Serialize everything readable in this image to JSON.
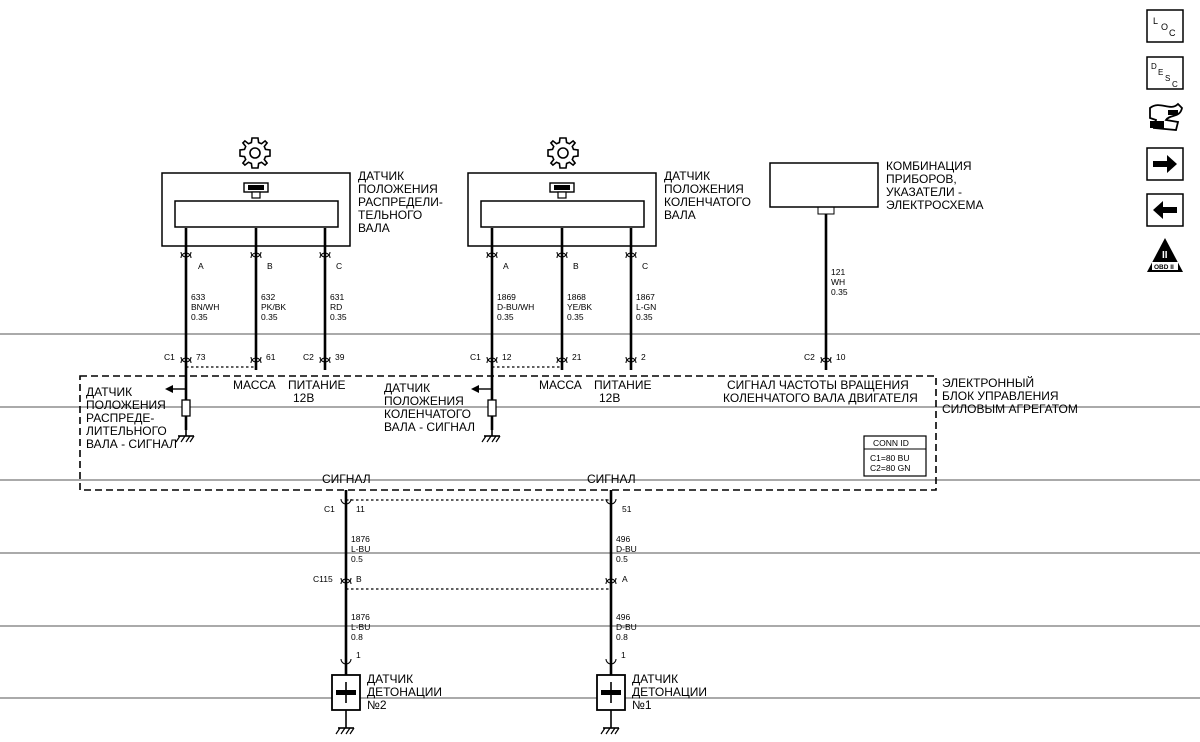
{
  "nav": {
    "loc": {
      "l": "L",
      "o": "O",
      "c": "C"
    },
    "desc": {
      "d": "D",
      "e": "E",
      "s": "S",
      "c": "C"
    },
    "obd_label": "OBD II",
    "obd_roman": "II"
  },
  "components": {
    "cmp_sensor": [
      "ДАТЧИК",
      "ПОЛОЖЕНИЯ",
      "РАСПРЕДЕЛИ-",
      "ТЕЛЬНОГО",
      "ВАЛА"
    ],
    "ckp_sensor": [
      "ДАТЧИК",
      "ПОЛОЖЕНИЯ",
      "КОЛЕНЧАТОГО",
      "ВАЛА"
    ],
    "cluster": [
      "КОМБИНАЦИЯ",
      "ПРИБОРОВ,",
      "УКАЗАТЕЛИ -",
      "ЭЛЕКТРОСХЕМА"
    ],
    "ecm": [
      "ЭЛЕКТРОННЫЙ",
      "БЛОК УПРАВЛЕНИЯ",
      "СИЛОВЫМ АГРЕГАТОМ"
    ],
    "knock2": [
      "ДАТЧИК",
      "ДЕТОНАЦИИ",
      "№2"
    ],
    "knock1": [
      "ДАТЧИК",
      "ДЕТОНАЦИИ",
      "№1"
    ]
  },
  "pins": {
    "cmp": [
      "A",
      "B",
      "C"
    ],
    "ckp": [
      "A",
      "B",
      "C"
    ],
    "knock_b": "B",
    "knock_a": "A",
    "one": "1"
  },
  "wires": {
    "w633": {
      "circuit": "633",
      "color": "BN/WH",
      "gauge": "0.35"
    },
    "w632": {
      "circuit": "632",
      "color": "PK/BK",
      "gauge": "0.35"
    },
    "w631": {
      "circuit": "631",
      "color": "RD",
      "gauge": "0.35"
    },
    "w1869": {
      "circuit": "1869",
      "color": "D-BU/WH",
      "gauge": "0.35"
    },
    "w1868": {
      "circuit": "1868",
      "color": "YE/BK",
      "gauge": "0.35"
    },
    "w1867": {
      "circuit": "1867",
      "color": "L-GN",
      "gauge": "0.35"
    },
    "w121": {
      "circuit": "121",
      "color": "WH",
      "gauge": "0.35"
    },
    "w1876a": {
      "circuit": "1876",
      "color": "L-BU",
      "gauge": "0.5"
    },
    "w496a": {
      "circuit": "496",
      "color": "D-BU",
      "gauge": "0.5"
    },
    "w1876b": {
      "circuit": "1876",
      "color": "L-BU",
      "gauge": "0.8"
    },
    "w496b": {
      "circuit": "496",
      "color": "D-BU",
      "gauge": "0.8"
    }
  },
  "terminals": {
    "c1_73": {
      "conn": "C1",
      "pin": "73"
    },
    "t61": "61",
    "c2_39": {
      "conn": "C2",
      "pin": "39"
    },
    "c1_12": {
      "conn": "C1",
      "pin": "12"
    },
    "t21": "21",
    "t2": "2",
    "c2_10": {
      "conn": "C2",
      "pin": "10"
    },
    "c1_11": {
      "conn": "C1",
      "pin": "11"
    },
    "t51": "51",
    "c115": "C115"
  },
  "ecm_labels": {
    "ground": "МАССА",
    "power": [
      "ПИТАНИЕ",
      "12В"
    ],
    "cmp_signal": [
      "ДАТЧИК",
      "ПОЛОЖЕНИЯ",
      "РАСПРЕДЕ-",
      "ЛИТЕЛЬНОГО",
      "ВАЛА - СИГНАЛ"
    ],
    "ckp_signal": [
      "ДАТЧИК",
      "ПОЛОЖЕНИЯ",
      "КОЛЕНЧАТОГО",
      "ВАЛА - СИГНАЛ"
    ],
    "rpm_signal": [
      "СИГНАЛ ЧАСТОТЫ ВРАЩЕНИЯ",
      "КОЛЕНЧАТОГО ВАЛА ДВИГАТЕЛЯ"
    ],
    "knock_signal": "СИГНАЛ"
  },
  "conn_id": {
    "title": "CONN ID",
    "lines": [
      "C1=80 BU",
      "C2=80 GN"
    ]
  }
}
